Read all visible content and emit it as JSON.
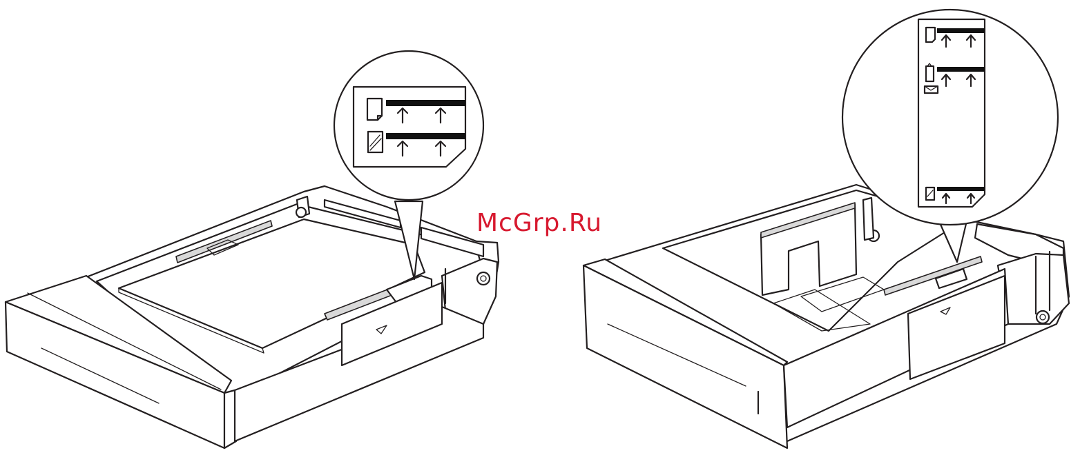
{
  "watermark": {
    "text": "McGrp.Ru",
    "color": "#d7192f"
  },
  "figures": [
    {
      "id": "left-tray",
      "callout_rows": [
        "paper-icon",
        "transparency-icon"
      ]
    },
    {
      "id": "right-tray",
      "callout_rows": [
        "paper-icon",
        "envelope-icon",
        "transparency-icon"
      ]
    }
  ],
  "colors": {
    "line": "#231f20",
    "guide": "#d9d9d9",
    "fill_line": "#111111",
    "background": "#ffffff"
  }
}
